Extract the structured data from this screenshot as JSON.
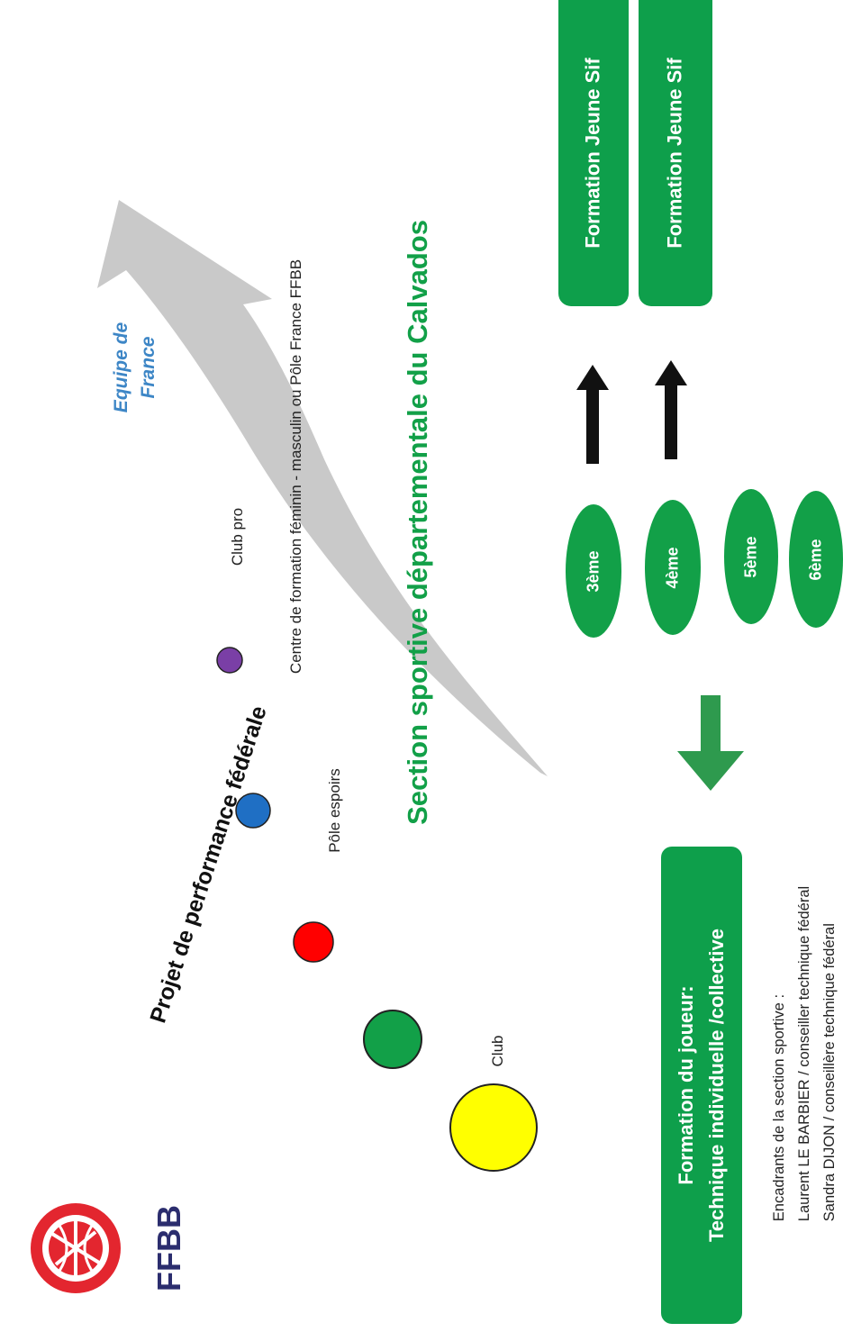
{
  "logo": {
    "text": "FFBB",
    "colors": {
      "red": "#e3262f",
      "navy": "#2b2d6e"
    }
  },
  "arrow": {
    "header": "Projet de performance fédérale",
    "tip_label": "Equipe de France",
    "color": "#c9c9c9"
  },
  "milestones": [
    {
      "label": "Club",
      "color": "#ffff00"
    },
    {
      "label": "",
      "color": "#12a048"
    },
    {
      "label": "Pôle espoirs",
      "color": "#ff0000"
    },
    {
      "label": "Centre de formation féminin - masculin ou Pôle France FFBB",
      "color": "#1f6fc4"
    },
    {
      "label": "Club pro",
      "color": "#7a3fa6"
    },
    {
      "label": "",
      "color": "#ffffff"
    }
  ],
  "section_title": "Section sportive départementale du Calvados",
  "formation_box": {
    "line1": "Formation du joueur:",
    "line2": "Technique individuelle /collective"
  },
  "grades": [
    "3ème",
    "4ème",
    "5ème",
    "6ème"
  ],
  "jeune_sifflet": [
    "Formation Jeune Sif",
    "Formation Jeune Sif"
  ],
  "staff": {
    "heading": "Encadrants de la section sportive :",
    "members": [
      "Laurent LE BARBIER / conseiller technique fédéral",
      "Sandra DIJON / conseillère technique fédéral"
    ]
  },
  "colors": {
    "green": "#12a048",
    "arrow_green": "#2e9a4e",
    "black": "#111111"
  }
}
